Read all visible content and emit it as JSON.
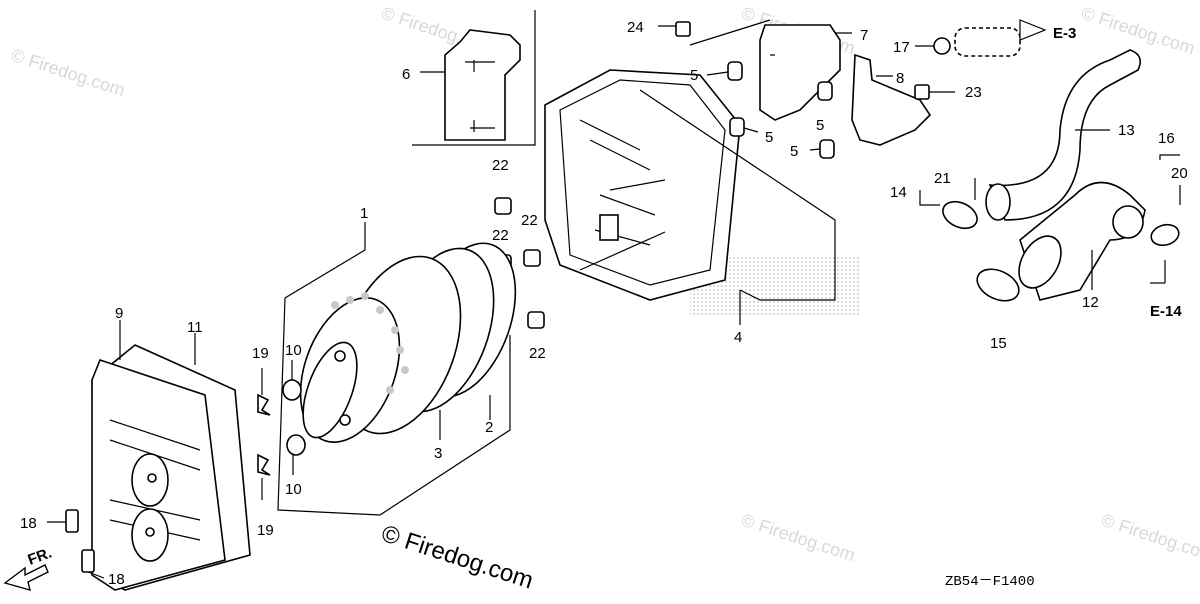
{
  "parts": [
    {
      "id": "p1",
      "label": "1"
    },
    {
      "id": "p2",
      "label": "2"
    },
    {
      "id": "p3",
      "label": "3"
    },
    {
      "id": "p4",
      "label": "4"
    },
    {
      "id": "p5a",
      "label": "5"
    },
    {
      "id": "p5b",
      "label": "5"
    },
    {
      "id": "p5c",
      "label": "5"
    },
    {
      "id": "p5d",
      "label": "5"
    },
    {
      "id": "p6",
      "label": "6"
    },
    {
      "id": "p7",
      "label": "7"
    },
    {
      "id": "p8",
      "label": "8"
    },
    {
      "id": "p9",
      "label": "9"
    },
    {
      "id": "p10a",
      "label": "10"
    },
    {
      "id": "p10b",
      "label": "10"
    },
    {
      "id": "p11",
      "label": "11"
    },
    {
      "id": "p12",
      "label": "12"
    },
    {
      "id": "p13",
      "label": "13"
    },
    {
      "id": "p14",
      "label": "14"
    },
    {
      "id": "p15",
      "label": "15"
    },
    {
      "id": "p16",
      "label": "16"
    },
    {
      "id": "p17",
      "label": "17"
    },
    {
      "id": "p18a",
      "label": "18"
    },
    {
      "id": "p18b",
      "label": "18"
    },
    {
      "id": "p19a",
      "label": "19"
    },
    {
      "id": "p19b",
      "label": "19"
    },
    {
      "id": "p20",
      "label": "20"
    },
    {
      "id": "p21",
      "label": "21"
    },
    {
      "id": "p22a",
      "label": "22"
    },
    {
      "id": "p22b",
      "label": "22"
    },
    {
      "id": "p22c",
      "label": "22"
    },
    {
      "id": "p22d",
      "label": "22"
    },
    {
      "id": "p23",
      "label": "23"
    },
    {
      "id": "p24",
      "label": "24"
    }
  ],
  "references": {
    "e3": "E-3",
    "e14": "E-14",
    "front": "FR."
  },
  "watermarks": {
    "brand": "© Firedog.com",
    "center": "© Firedog.com"
  },
  "footer": {
    "drawing_code": "ZB54－F1400"
  }
}
